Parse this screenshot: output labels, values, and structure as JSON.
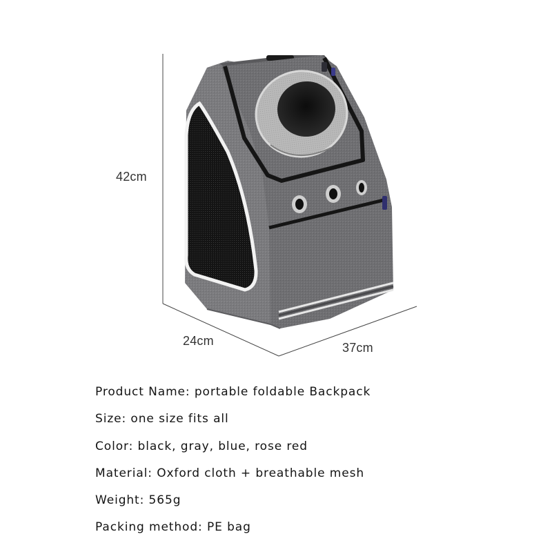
{
  "dimensions": {
    "height": "42cm",
    "depth": "24cm",
    "width": "37cm"
  },
  "colors": {
    "body_fabric": "#6f6f72",
    "trim": "#1c1c1c",
    "mesh_window": "#b3b3b3",
    "reflective_strip": "#e9e9e9"
  },
  "specs": [
    {
      "label": "Product Name",
      "value": "portable foldable Backpack",
      "text": "Product Name: portable foldable Backpack"
    },
    {
      "label": "Size",
      "value": "one size fits all",
      "text": "Size: one size fits all"
    },
    {
      "label": "Color",
      "value": "black, gray, blue, rose red",
      "text": "Color: black, gray, blue, rose red"
    },
    {
      "label": "Material",
      "value": "Oxford cloth + breathable mesh",
      "text": "Material: Oxford cloth + breathable mesh"
    },
    {
      "label": "Weight",
      "value": "565g",
      "text": "Weight: 565g"
    },
    {
      "label": "Packing method",
      "value": "PE bag",
      "text": "Packing method: PE bag"
    }
  ]
}
